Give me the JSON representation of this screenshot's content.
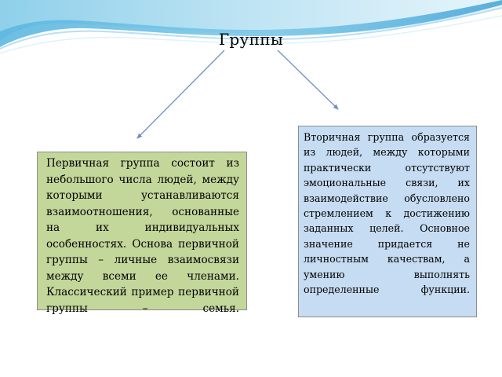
{
  "title": "Группы",
  "primary_group": {
    "text": "Первичная группа состоит из небольшого числа людей, между которыми устанавливаются взаимоотношения, основанные на их индивидуальных особенностях. Основа первичной группы – личные взаимосвязи между всеми ее членами. Классический пример первичной группы – семья."
  },
  "secondary_group": {
    "text": "Вторичная группа образуется из людей, между которыми практически отсутствуют эмоциональные связи, их взаимодействие обусловлено стремлением к достижению заданных целей. Основное значение придается не личностным качествам, а умению выполнять определенные функции."
  },
  "colors": {
    "primary_box": "#c4d79b",
    "secondary_box": "#c6dcf2",
    "arrow": "#6f8fc0",
    "wave_light": "#d8eef8",
    "wave_mid": "#9fd2ea",
    "wave_dark": "#5fb3dc"
  }
}
